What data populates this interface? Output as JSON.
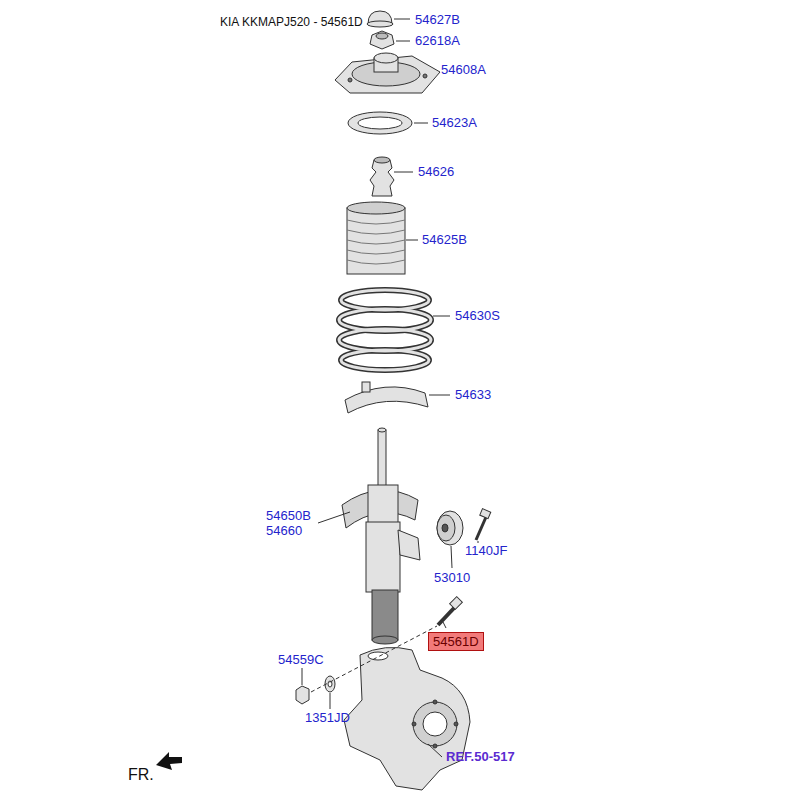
{
  "diagram": {
    "title": "KIA KKMAPJ520 - 54561D",
    "nodes": [
      {
        "text": [
          "54561D"
        ]
      }
    ],
    "labels": [
      "54627B",
      "62618A",
      "54608A",
      "54623A",
      "54626",
      "54625B",
      "54630S",
      "54633",
      "54650B",
      "54660",
      "1140JF",
      "53010",
      "54559C",
      "1351JD",
      "REF.50-517",
      "FR."
    ]
  }
}
